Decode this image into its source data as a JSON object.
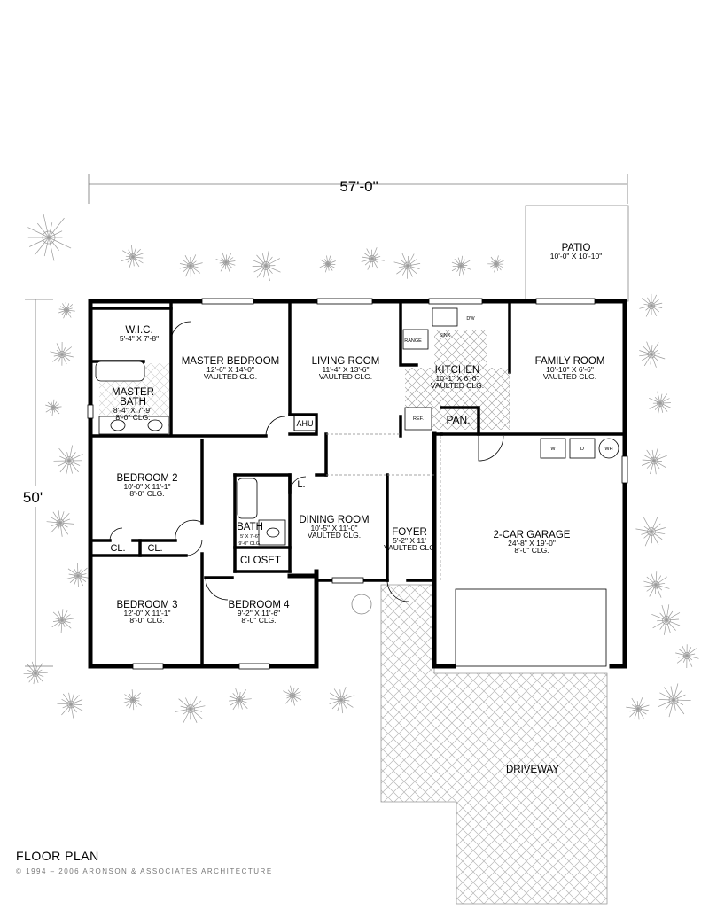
{
  "dimensions": {
    "width": "57'-0\"",
    "depth": "50'"
  },
  "rooms": [
    {
      "id": "patio",
      "name": "PATIO",
      "size": "10'-0\" X 10'-10\"",
      "ceiling": ""
    },
    {
      "id": "wic",
      "name": "W.I.C.",
      "size": "5'-4\" X 7'-8\"",
      "ceiling": ""
    },
    {
      "id": "master-bedroom",
      "name": "MASTER BEDROOM",
      "size": "12'-6\" X 14'-0\"",
      "ceiling": "VAULTED CLG."
    },
    {
      "id": "living-room",
      "name": "LIVING ROOM",
      "size": "11'-4\" X 13'-6\"",
      "ceiling": "VAULTED CLG."
    },
    {
      "id": "kitchen",
      "name": "KITCHEN",
      "size": "10'-1\" X 6'-6\"",
      "ceiling": "VAULTED CLG."
    },
    {
      "id": "family-room",
      "name": "FAMILY ROOM",
      "size": "10'-10\" X 6'-6\"",
      "ceiling": "VAULTED CLG."
    },
    {
      "id": "master-bath",
      "name": "MASTER",
      "name2": "BATH",
      "size": "8'-4\" X 7'-9\"",
      "ceiling": "8'-0\" CLG."
    },
    {
      "id": "bedroom-2",
      "name": "BEDROOM 2",
      "size": "10'-0\" X 11'-1\"",
      "ceiling": "8'-0\" CLG."
    },
    {
      "id": "bath",
      "name": "BATH",
      "size": "5' X 7'-6\"",
      "ceiling": "9'-0\" CLG."
    },
    {
      "id": "dining-room",
      "name": "DINING ROOM",
      "size": "10'-5\" X 11'-0\"",
      "ceiling": "VAULTED CLG."
    },
    {
      "id": "foyer",
      "name": "FOYER",
      "size": "5'-2\" X 11'",
      "ceiling": "VAULTED CLG"
    },
    {
      "id": "garage",
      "name": "2-CAR GARAGE",
      "size": "24'-8\" X 19'-0\"",
      "ceiling": "8'-0\" CLG."
    },
    {
      "id": "bedroom-3",
      "name": "BEDROOM 3",
      "size": "12'-0\" X 11'-1\"",
      "ceiling": "8'-0\" CLG."
    },
    {
      "id": "bedroom-4",
      "name": "BEDROOM 4",
      "size": "9'-2\" X 11'-6\"",
      "ceiling": "8'-0\" CLG."
    },
    {
      "id": "driveway",
      "name": "DRIVEWAY",
      "size": "",
      "ceiling": ""
    }
  ],
  "small_labels": {
    "ahu": "AHU",
    "pan": "PAN.",
    "closet": "CLOSET",
    "cl1": "CL.",
    "cl2": "CL.",
    "linen": "L.",
    "range": "RANGE",
    "sink": "SINK",
    "dw": "DW",
    "ref": "REF.",
    "washer": "W",
    "dryer": "D",
    "water_heater": "WH"
  },
  "caption": "FLOOR PLAN",
  "copyright": "© 1994 – 2006 ARONSON & ASSOCIATES ARCHITECTURE"
}
